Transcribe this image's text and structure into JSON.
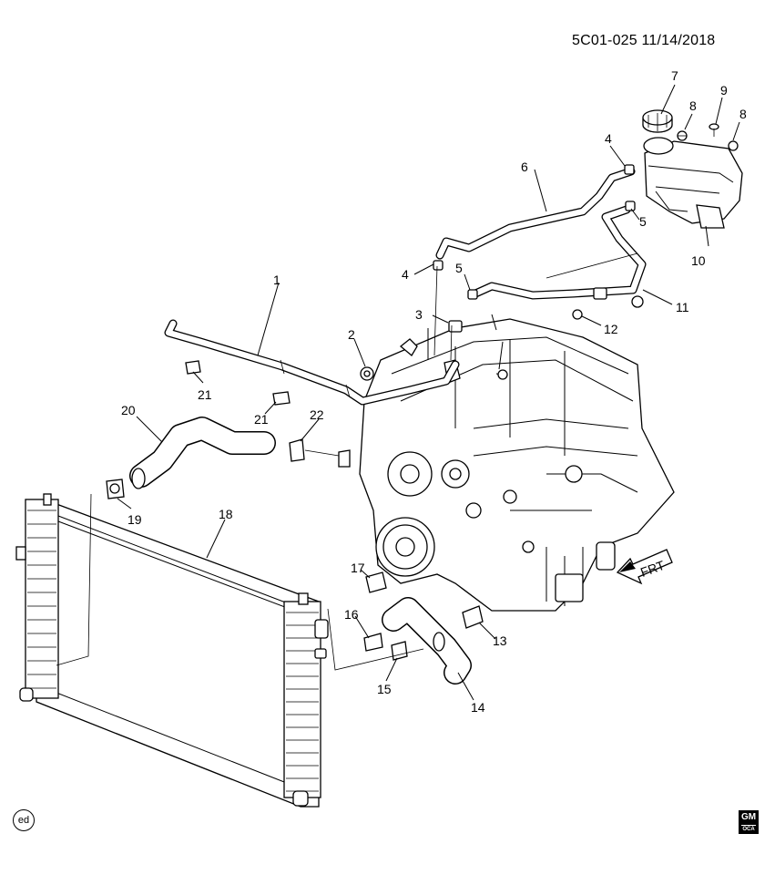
{
  "header": {
    "doc_id": "5C01-025  11/14/2018"
  },
  "callouts": [
    {
      "num": "1"
    },
    {
      "num": "2"
    },
    {
      "num": "3"
    },
    {
      "num": "4"
    },
    {
      "num": "4"
    },
    {
      "num": "5"
    },
    {
      "num": "5"
    },
    {
      "num": "6"
    },
    {
      "num": "7"
    },
    {
      "num": "8"
    },
    {
      "num": "8"
    },
    {
      "num": "9"
    },
    {
      "num": "10"
    },
    {
      "num": "11"
    },
    {
      "num": "12"
    },
    {
      "num": "13"
    },
    {
      "num": "14"
    },
    {
      "num": "15"
    },
    {
      "num": "16"
    },
    {
      "num": "17"
    },
    {
      "num": "18"
    },
    {
      "num": "19"
    },
    {
      "num": "20"
    },
    {
      "num": "21"
    },
    {
      "num": "21"
    },
    {
      "num": "22"
    }
  ],
  "direction_label": "FRT",
  "footer": {
    "badge": "ed",
    "logo_text": "GM",
    "logo_sub": "OCA"
  }
}
